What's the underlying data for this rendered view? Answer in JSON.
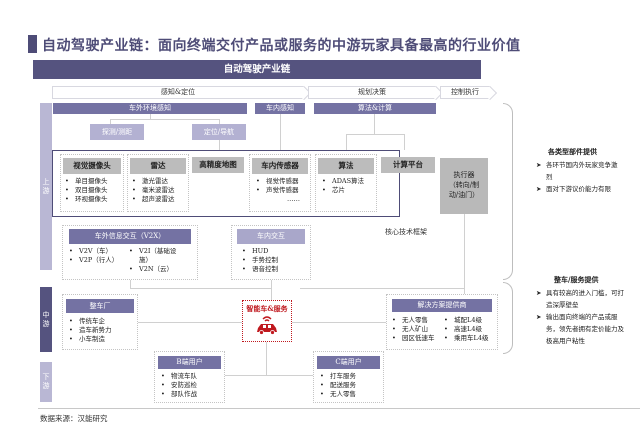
{
  "page_title": "自动驾驶产业链：面向终端交付产品或服务的中游玩家具备最高的行业价值",
  "diagram": {
    "header": "自动驾驶产业链",
    "stages": [
      "感知&定位",
      "规划决策",
      "控制执行"
    ],
    "side_labels": {
      "upstream": "上游",
      "midstream": "中游",
      "downstream": "下游"
    },
    "upstream": {
      "groups": {
        "external_perception": "车外环境感知",
        "internal_perception": "车内感知",
        "algo_compute": "算法&计算"
      },
      "subgroups": {
        "detect": "探测/测距",
        "locate": "定位/导航"
      },
      "modules": [
        {
          "title": "视觉摄像头",
          "items": [
            "单目摄像头",
            "双目摄像头",
            "环视摄像头"
          ]
        },
        {
          "title": "雷达",
          "items": [
            "激光雷达",
            "毫米波雷达",
            "超声波雷达"
          ]
        },
        {
          "title": "高精度地图",
          "items": []
        },
        {
          "title": "车内传感器",
          "items": [
            "视觉传感器",
            "声觉传感器"
          ],
          "more": "……"
        },
        {
          "title": "算法",
          "items": [
            "ADAS算法",
            "芯片"
          ]
        },
        {
          "title": "计算平台",
          "items": []
        }
      ],
      "actuator": {
        "line1": "执行器",
        "line2": "（转向/制",
        "line3": "动/油门）"
      },
      "v2x": {
        "title": "车外信息交互（V2X）",
        "col1": [
          "V2V（车）",
          "V2P（行人）"
        ],
        "col2_a": "V2I（基础设",
        "col2_a_cont": "施）",
        "col2_b": "V2N（云）"
      },
      "in_car": {
        "title": "车内交互",
        "items": [
          "HUD",
          "手势控制",
          "语音控制"
        ]
      },
      "core_label": "核心技术框架"
    },
    "midstream": {
      "oem": {
        "title": "整车厂",
        "items": [
          "传统车企",
          "造车新势力",
          "小车制造"
        ]
      },
      "center": {
        "title": "智能车&服务",
        "icon": "connected-car-icon"
      },
      "solutions": {
        "title": "解决方案提供商",
        "col1": [
          "无人零售",
          "无人矿山",
          "园区低速车"
        ],
        "col2": [
          "城配L4级",
          "高速L4级",
          "乘用车L4级"
        ]
      }
    },
    "downstream": {
      "b_users": {
        "title": "B端用户",
        "items": [
          "物流车队",
          "安防巡检",
          "部队作战"
        ]
      },
      "c_users": {
        "title": "C端用户",
        "items": [
          "打车服务",
          "配送服务",
          "无人零售"
        ]
      }
    },
    "notes": {
      "upstream": {
        "title": "各类型部件提供",
        "points": [
          "各环节国内外玩家竞争激烈",
          "面对下游议价能力有限"
        ]
      },
      "midstream": {
        "title": "整车/服务提供",
        "points": [
          "具有较高的进入门槛，可打造深厚壁垒",
          "输出面向终端的产品或服务，领先者拥有定价能力及极高用户粘性"
        ]
      }
    }
  },
  "source": "数据来源：汉能研究",
  "colors": {
    "primary": "#55537f",
    "light": "#b9b7d4",
    "accent_red": "#c0191f"
  }
}
